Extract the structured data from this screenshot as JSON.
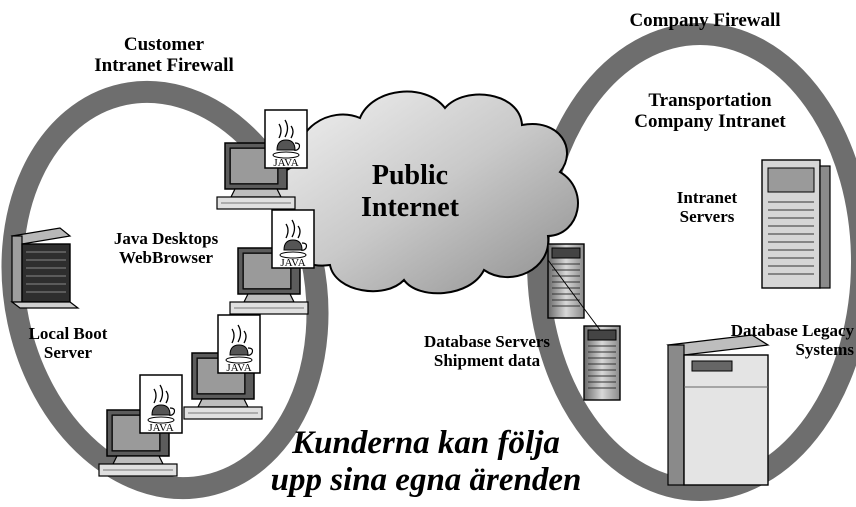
{
  "labels": {
    "customer_firewall": [
      "Customer",
      "Intranet Firewall"
    ],
    "company_firewall": "Company Firewall",
    "transport_intranet": [
      "Transportation",
      "Company Intranet"
    ],
    "intranet_servers": [
      "Intranet",
      "Servers"
    ],
    "public_internet": [
      "Public",
      "Internet"
    ],
    "java_desktops": [
      "Java Desktops",
      "WebBrowser"
    ],
    "local_boot": [
      "Local Boot",
      "Server"
    ],
    "db_servers": [
      "Database Servers",
      "Shipment data"
    ],
    "db_legacy": [
      "Database Legacy",
      "Systems"
    ],
    "java_badge": "JAVA"
  },
  "slogan": [
    "Kunderna kan följa",
    "upp sina egna ärenden"
  ]
}
